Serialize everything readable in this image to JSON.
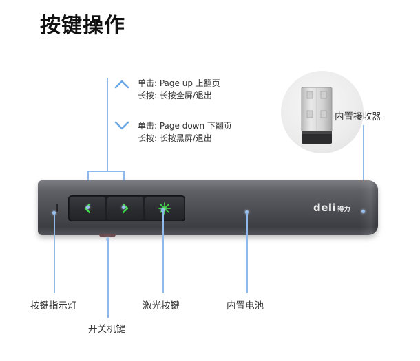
{
  "page": {
    "title": "按键操作"
  },
  "up_key": {
    "icon": "chevron-up-icon",
    "line1": "单击: Page up 上翻页",
    "line2": "长按: 长按全屏/退出"
  },
  "down_key": {
    "icon": "chevron-down-icon",
    "line1": "单击: Page down 下翻页",
    "line2": "长按: 长按黑屏/退出"
  },
  "labels": {
    "receiver": "内置接收器",
    "indicator_light": "按键指示灯",
    "power_key": "开关机键",
    "laser_key": "激光按键",
    "battery": "内置电池"
  },
  "brand": {
    "logo": "deli",
    "sub": "得力"
  },
  "colors": {
    "accent_blue": "#6aa8e6",
    "key_green": "#3fd94a",
    "callout_line": "#8fb9ea",
    "body_gray": "#4c4d53"
  }
}
